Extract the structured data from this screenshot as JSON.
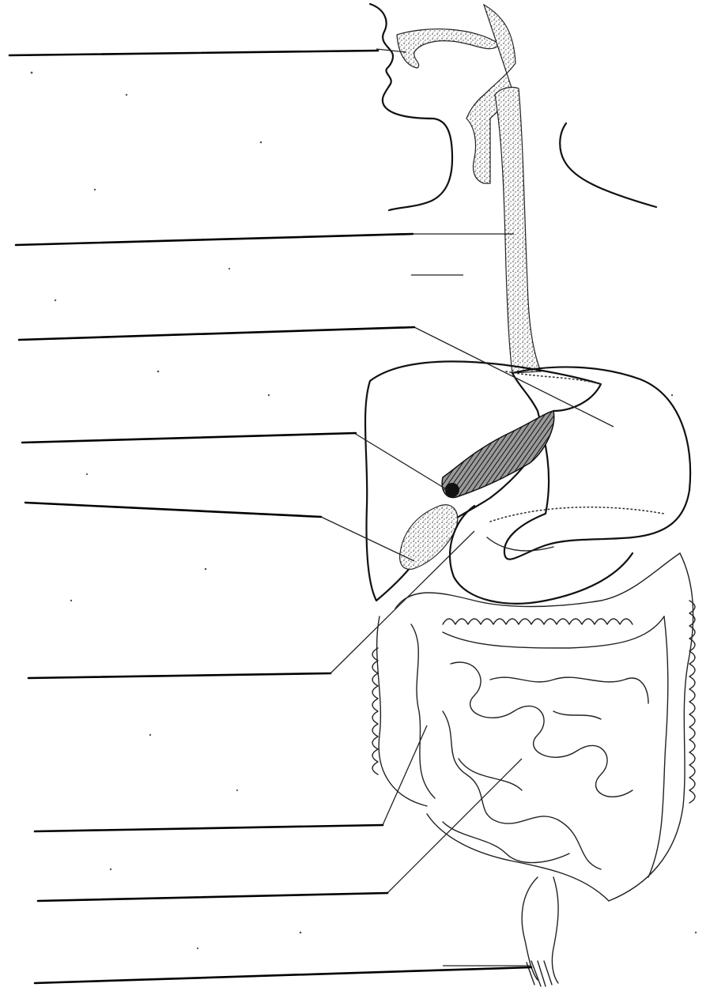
{
  "diagram": {
    "label_blanks": [
      {
        "id": "blank-1",
        "text": ""
      },
      {
        "id": "blank-2",
        "text": ""
      },
      {
        "id": "blank-3",
        "text": ""
      },
      {
        "id": "blank-4",
        "text": ""
      },
      {
        "id": "blank-5",
        "text": ""
      },
      {
        "id": "blank-6",
        "text": ""
      },
      {
        "id": "blank-7",
        "text": ""
      },
      {
        "id": "blank-8",
        "text": ""
      },
      {
        "id": "blank-9",
        "text": ""
      }
    ],
    "structures": [
      "mouth",
      "esophagus",
      "stomach",
      "liver",
      "gallbladder",
      "pancreas",
      "duodenum",
      "large-intestine",
      "small-intestine",
      "rectum"
    ]
  }
}
